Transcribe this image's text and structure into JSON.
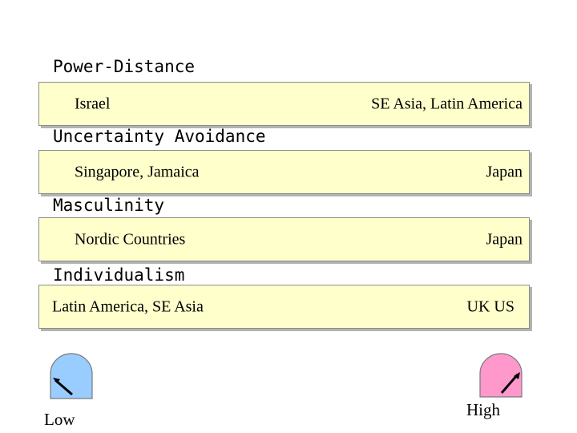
{
  "dimensions": [
    {
      "title": "Power-Distance",
      "low": "Israel",
      "high": "SE Asia, Latin America"
    },
    {
      "title": "Uncertainty Avoidance",
      "low": "Singapore, Jamaica",
      "high": "Japan"
    },
    {
      "title": "Masculinity",
      "low": "Nordic Countries",
      "high": "Japan"
    },
    {
      "title": "Individualism",
      "low": "Latin America, SE Asia",
      "high": "UK US"
    }
  ],
  "scale": {
    "low_label": "Low",
    "high_label": "High",
    "low_color": "#99ccff",
    "high_color": "#ff99cc"
  },
  "bar_color": "#ffffcc"
}
